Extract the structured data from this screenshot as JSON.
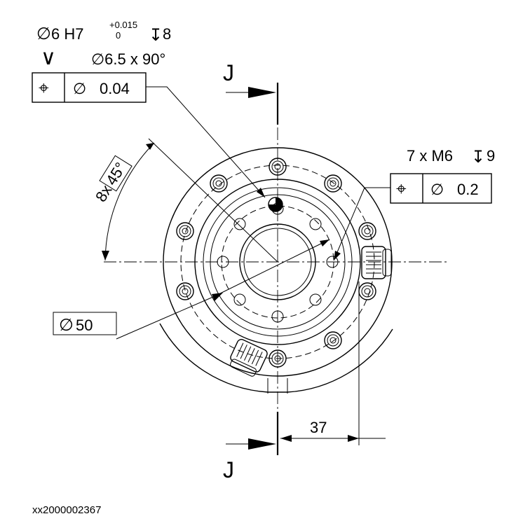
{
  "hole_spec": {
    "diameter_symbol": "∅",
    "size": "6 H7",
    "tol_upper": "+0.015",
    "tol_lower": "0",
    "depth_symbol": "↧",
    "depth": "8",
    "countersink_symbol": "∨",
    "countersink": "∅6.5 x 90°"
  },
  "position_tol_1": {
    "position_symbol": "⌖",
    "diameter_symbol": "∅",
    "value": "0.04"
  },
  "thread_spec": {
    "text": "7 x M6",
    "depth_symbol": "↧",
    "depth": "9"
  },
  "position_tol_2": {
    "position_symbol": "⌖",
    "diameter_symbol": "∅",
    "value": "0.2"
  },
  "angle_dim": {
    "count": "8x",
    "angle": "45°"
  },
  "diameter_dim": {
    "diameter_symbol": "∅",
    "value": "50"
  },
  "linear_dim": {
    "value": "37"
  },
  "section_marker": {
    "top": "J",
    "bottom": "J"
  },
  "figure_id": "xx2000002367"
}
